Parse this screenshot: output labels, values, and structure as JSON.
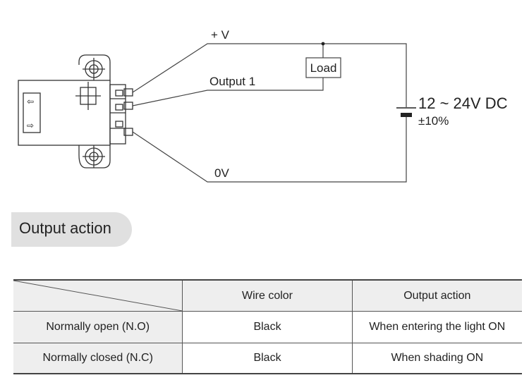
{
  "diagram": {
    "labels": {
      "plus_v": "+ V",
      "output1": "Output 1",
      "zero_v": "0V",
      "load": "Load",
      "supply_voltage": "12 ~ 24V DC",
      "supply_tolerance": "±10%"
    },
    "sensor_arrows": [
      "⇦",
      "⇨"
    ]
  },
  "section": {
    "title": "Output action"
  },
  "table": {
    "headers": [
      "",
      "Wire color",
      "Output action"
    ],
    "rows": [
      [
        "Normally open (N.O)",
        "Black",
        "When entering the light ON"
      ],
      [
        "Normally closed (N.C)",
        "Black",
        "When shading ON"
      ]
    ]
  }
}
